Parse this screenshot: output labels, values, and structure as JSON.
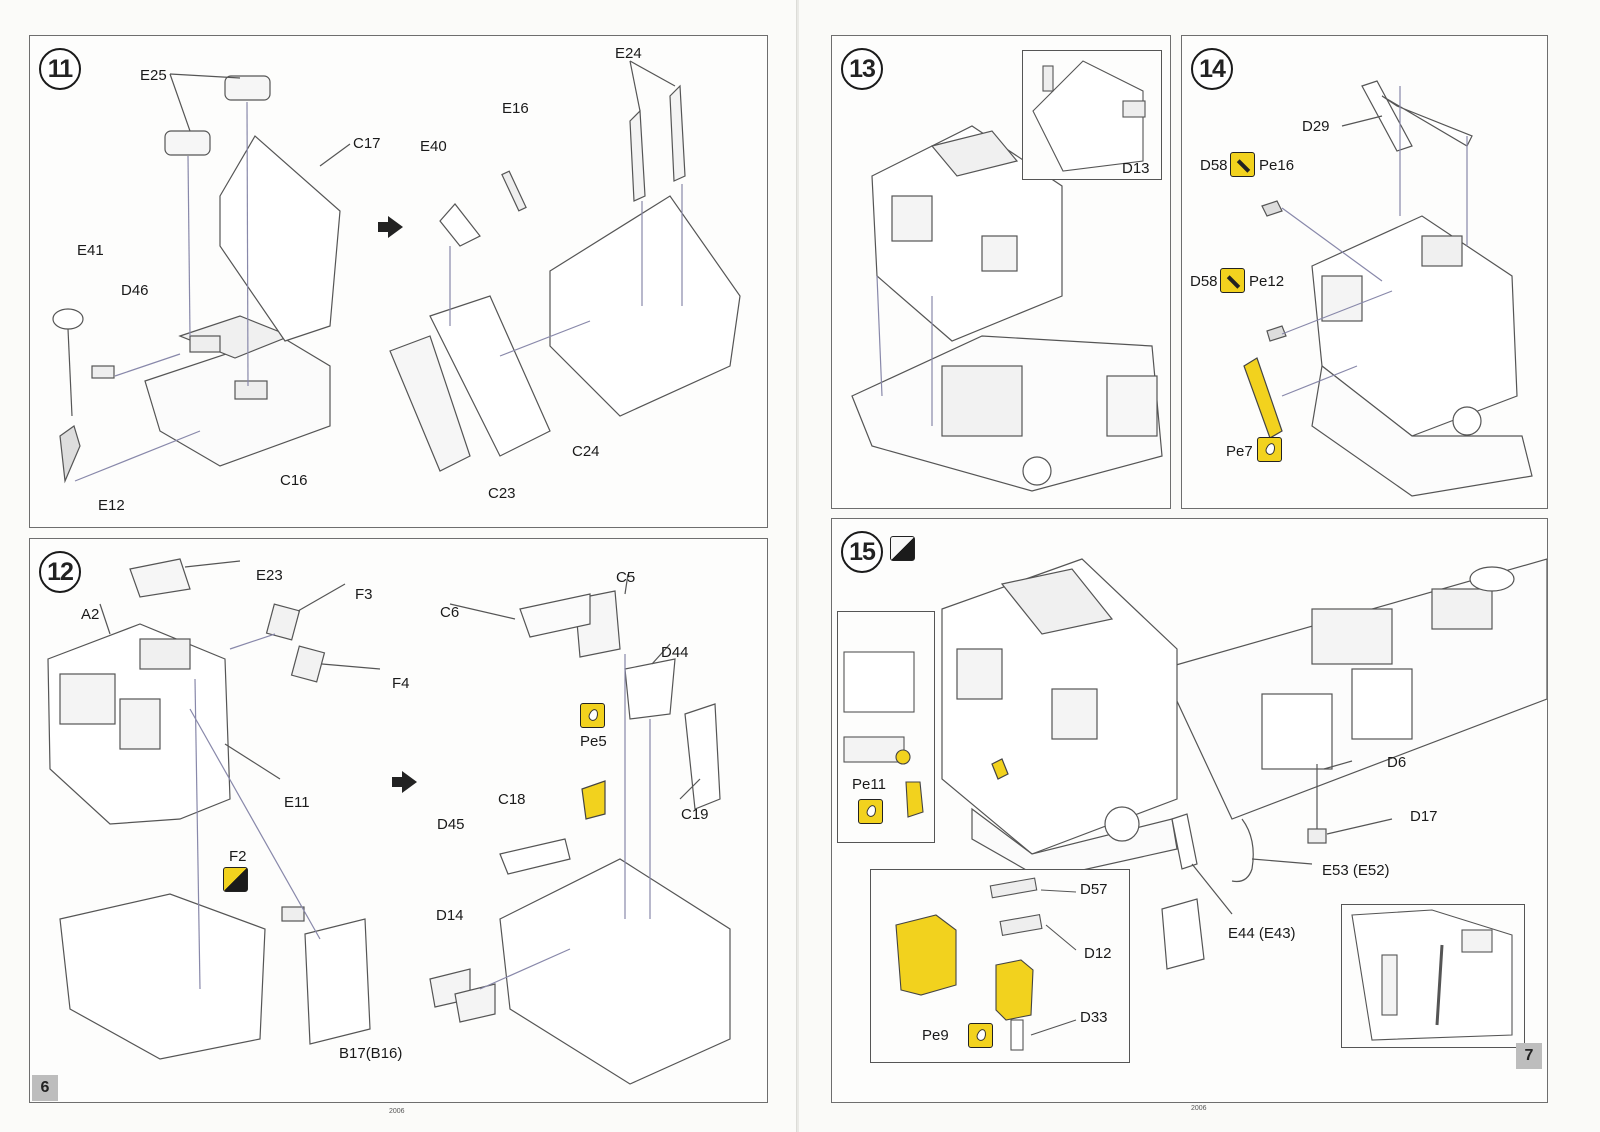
{
  "pages": {
    "left": {
      "number": "6",
      "footer": "2006"
    },
    "right": {
      "number": "7",
      "footer": "2006"
    }
  },
  "steps": {
    "s11": {
      "number": "11",
      "labels": {
        "e25": "E25",
        "e24": "E24",
        "c17": "C17",
        "e16": "E16",
        "e40": "E40",
        "e41": "E41",
        "d46": "D46",
        "c16": "C16",
        "e12": "E12",
        "c24": "C24",
        "c23": "C23"
      }
    },
    "s12": {
      "number": "12",
      "labels": {
        "e23": "E23",
        "a2": "A2",
        "f3": "F3",
        "f4": "F4",
        "e11": "E11",
        "f2": "F2",
        "b17": "B17(B16)",
        "c6": "C6",
        "c5": "C5",
        "d44": "D44",
        "pe5": "Pe5",
        "c18": "C18",
        "c19": "C19",
        "d45": "D45",
        "d14": "D14"
      }
    },
    "s13": {
      "number": "13",
      "labels": {
        "d13": "D13"
      }
    },
    "s14": {
      "number": "14",
      "labels": {
        "d29": "D29",
        "d58a": "D58",
        "pe16": "Pe16",
        "d58b": "D58",
        "pe12": "Pe12",
        "pe7": "Pe7"
      }
    },
    "s15": {
      "number": "15",
      "labels": {
        "pe11": "Pe11",
        "d6": "D6",
        "d17": "D17",
        "e53": "E53 (E52)",
        "e44": "E44 (E43)",
        "d57": "D57",
        "d12": "D12",
        "pe9": "Pe9",
        "d33": "D33"
      }
    }
  },
  "icons": {
    "glue": "glue-icon",
    "bend": "bend-tool-icon",
    "paint": "paint-icon"
  },
  "colors": {
    "photo_etch": "#f2d21e",
    "line": "#555555",
    "paper": "#fbfbf9"
  }
}
